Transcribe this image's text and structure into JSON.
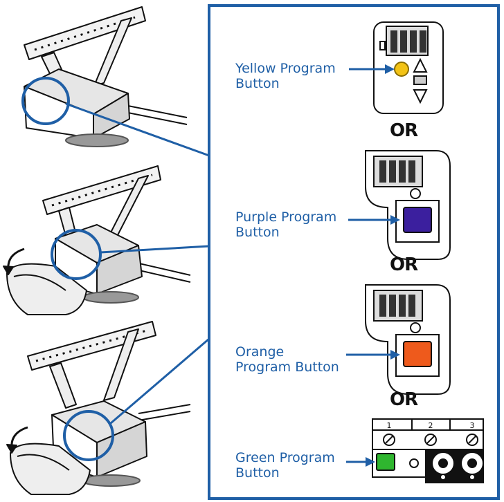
{
  "labels": {
    "yellow": [
      "Yellow Program",
      "Button"
    ],
    "purple": [
      "Purple Program",
      "Button"
    ],
    "orange": [
      "Orange",
      "Program Button"
    ],
    "green": [
      "Green Program",
      "Button"
    ]
  },
  "or_text": "OR",
  "dip_numbers": [
    "1",
    "2",
    "3"
  ],
  "colors": {
    "frame": "#1f5fa6",
    "yellow_button": "#f3c316",
    "purple_button": "#3b1f9e",
    "orange_button": "#ee5a1c",
    "green_button": "#2fb62f"
  }
}
